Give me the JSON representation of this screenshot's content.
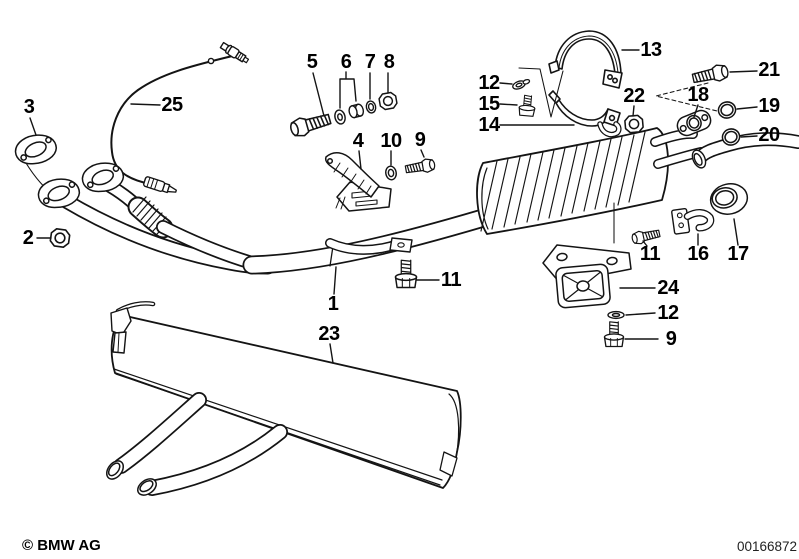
{
  "diagram": {
    "copyright": "© BMW AG",
    "image_number": "00166872",
    "colors": {
      "line": "#141414",
      "background": "#ffffff",
      "label_text": "#000000"
    },
    "callouts": [
      {
        "ref": "3"
      },
      {
        "ref": "2"
      },
      {
        "ref": "25"
      },
      {
        "ref": "5"
      },
      {
        "ref": "6"
      },
      {
        "ref": "7"
      },
      {
        "ref": "8"
      },
      {
        "ref": "4"
      },
      {
        "ref": "10"
      },
      {
        "ref": "9"
      },
      {
        "ref": "13"
      },
      {
        "ref": "12"
      },
      {
        "ref": "15"
      },
      {
        "ref": "14"
      },
      {
        "ref": "22"
      },
      {
        "ref": "18"
      },
      {
        "ref": "21"
      },
      {
        "ref": "19"
      },
      {
        "ref": "20"
      },
      {
        "ref": "1"
      },
      {
        "ref": "11"
      },
      {
        "ref": "23"
      },
      {
        "ref": "11"
      },
      {
        "ref": "16"
      },
      {
        "ref": "17"
      },
      {
        "ref": "24"
      },
      {
        "ref": "12"
      },
      {
        "ref": "9"
      }
    ]
  }
}
